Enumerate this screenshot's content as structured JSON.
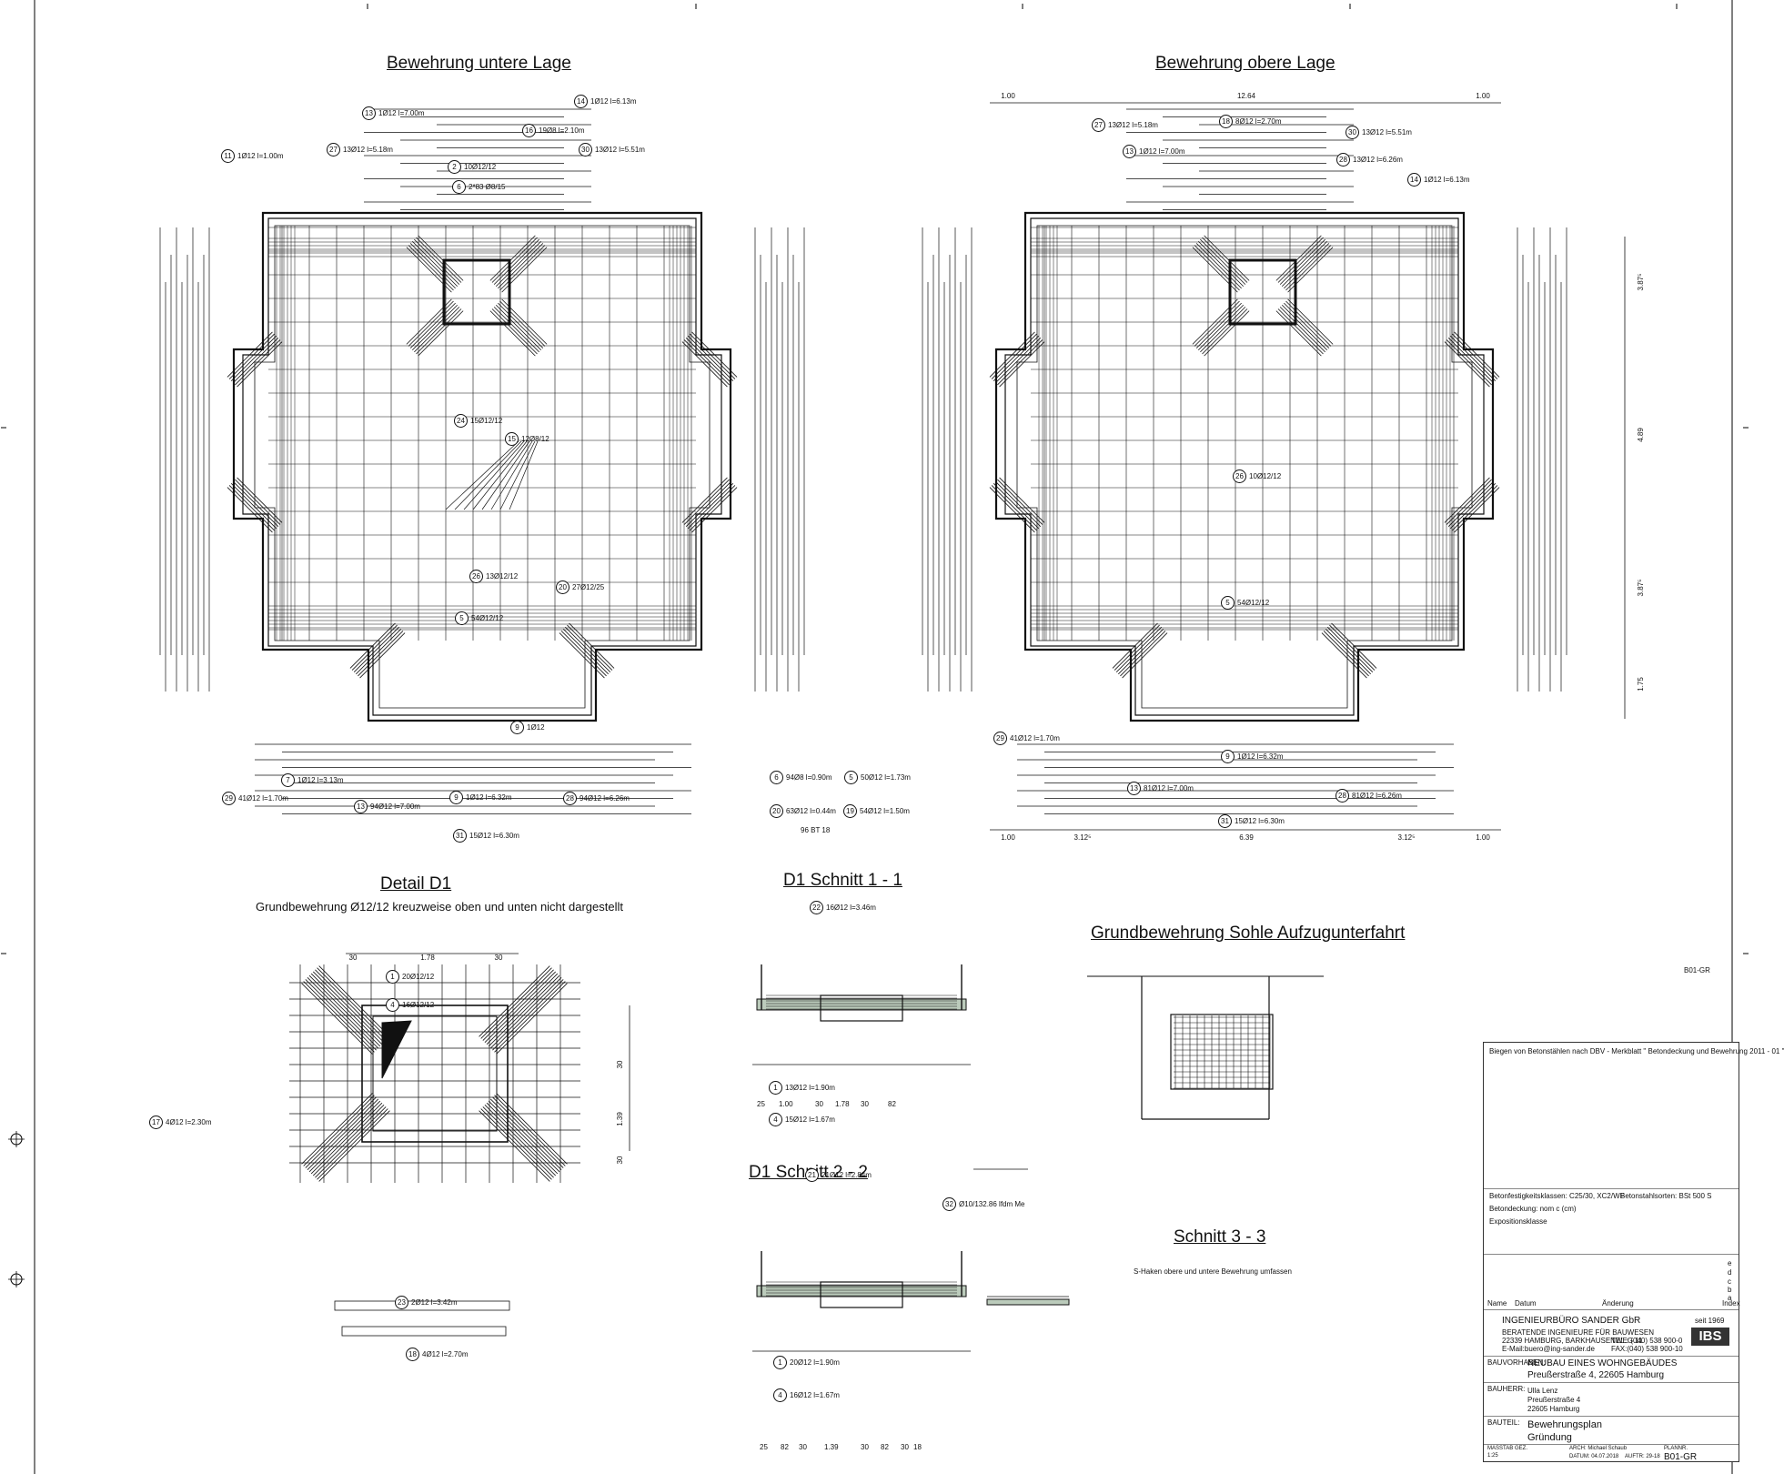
{
  "titles": {
    "lower_layer": "Bewehrung untere Lage",
    "upper_layer": "Bewehrung obere Lage",
    "detail": "Detail D1",
    "detail_note": "Grundbewehrung Ø12/12 kreuzweise oben und unten nicht dargestellt",
    "section_1": "D1 Schnitt 1 - 1",
    "section_2": "D1 Schnitt 2 - 2",
    "elevator": "Grundbewehrung Sohle Aufzugunterfahrt",
    "section_3": "Schnitt 3 - 3"
  },
  "lower_plan_labels": [
    {
      "mark": "13",
      "text": "1Ø12 l=7.00m"
    },
    {
      "mark": "14",
      "text": "1Ø12 l=6.13m"
    },
    {
      "mark": "16",
      "text": "19Ø8 l=2.10m"
    },
    {
      "mark": "27",
      "text": "13Ø12 l=5.18m"
    },
    {
      "mark": "30",
      "text": "13Ø12 l=5.51m"
    },
    {
      "mark": "11",
      "text": "1Ø12 l=1.00m"
    },
    {
      "mark": "2",
      "text": "10Ø12/12"
    },
    {
      "mark": "6",
      "text": "2*83 Ø8/15"
    },
    {
      "mark": "15",
      "text": "12Ø8/12"
    },
    {
      "mark": "24",
      "text": "15Ø12/12"
    },
    {
      "mark": "26",
      "text": "13Ø12/12"
    },
    {
      "mark": "5",
      "text": "54Ø12/12"
    },
    {
      "mark": "20",
      "text": "27Ø12/25"
    },
    {
      "mark": "9",
      "text": "1Ø12"
    },
    {
      "mark": "7",
      "text": "1Ø12 l=3.13m"
    },
    {
      "mark": "29",
      "text": "41Ø12 l=1.70m"
    },
    {
      "mark": "13",
      "text": "94Ø12 l=7.00m"
    },
    {
      "mark": "9",
      "text": "1Ø12 l=6.32m"
    },
    {
      "mark": "28",
      "text": "94Ø12 l=6.26m"
    },
    {
      "mark": "31",
      "text": "15Ø12 l=6.30m"
    }
  ],
  "upper_plan_dims": {
    "top": [
      "1.00",
      "12.64",
      "1.00"
    ],
    "bottom": [
      "1.00",
      "3.12⁵",
      "6.39",
      "3.12⁵",
      "1.00"
    ],
    "right": [
      "3.87⁵",
      "4.89",
      "3.87⁵",
      "1.75"
    ]
  },
  "upper_plan_labels": [
    {
      "mark": "27",
      "text": "13Ø12 l=5.18m"
    },
    {
      "mark": "18",
      "text": "8Ø12 l=2.70m"
    },
    {
      "mark": "30",
      "text": "13Ø12 l=5.51m"
    },
    {
      "mark": "13",
      "text": "1Ø12 l=7.00m"
    },
    {
      "mark": "28",
      "text": "13Ø12 l=6.26m"
    },
    {
      "mark": "14",
      "text": "1Ø12 l=6.13m"
    },
    {
      "mark": "26",
      "text": "10Ø12/12"
    },
    {
      "mark": "5",
      "text": "54Ø12/12"
    },
    {
      "mark": "9",
      "text": "1Ø12 l=6.32m"
    },
    {
      "mark": "13",
      "text": "81Ø12 l=7.00m"
    },
    {
      "mark": "28",
      "text": "81Ø12 l=6.26m"
    },
    {
      "mark": "31",
      "text": "15Ø12 l=6.30m"
    },
    {
      "mark": "29",
      "text": "41Ø12 l=1.70m"
    }
  ],
  "bar_shapes": [
    {
      "mark": "6",
      "text": "94Ø8 l=0.90m"
    },
    {
      "mark": "5",
      "text": "50Ø12 l=1.73m"
    },
    {
      "mark": "20",
      "text": "63Ø12 l=0.44m"
    },
    {
      "mark": "19",
      "text": "54Ø12 l=1.50m"
    },
    {
      "mark": "",
      "text": "96 BT 18"
    }
  ],
  "detail_dims": {
    "top": [
      "30",
      "1.78",
      "30"
    ],
    "right": [
      "30",
      "1.39",
      "30"
    ]
  },
  "detail_labels": [
    {
      "mark": "1",
      "text": "20Ø12/12"
    },
    {
      "mark": "4",
      "text": "16Ø12/12"
    },
    {
      "mark": "23",
      "text": "2Ø12 l=3.42m"
    },
    {
      "mark": "18",
      "text": "4Ø12 l=2.70m"
    },
    {
      "mark": "17",
      "text": "4Ø12 l=2.30m"
    }
  ],
  "section1_labels": [
    {
      "mark": "22",
      "text": "16Ø12 l=3.46m"
    },
    {
      "mark": "1",
      "text": "13Ø12 l=1.90m"
    },
    {
      "mark": "4",
      "text": "15Ø12 l=1.67m"
    }
  ],
  "section1_dims": [
    "25",
    "1.00",
    "30",
    "1.78",
    "30",
    "82"
  ],
  "section2_labels": [
    {
      "mark": "21",
      "text": "21Ø12 l=2.84m"
    },
    {
      "mark": "1",
      "text": "20Ø12 l=1.90m"
    },
    {
      "mark": "4",
      "text": "16Ø12 l=1.67m"
    }
  ],
  "section2_dims": [
    "25",
    "82",
    "30",
    "1.39",
    "30",
    "82",
    "30",
    "18"
  ],
  "section32": {
    "mark": "32",
    "text": "Ø10/132.86 lfdm  Me"
  },
  "section3_note": "S-Haken obere und untere Bewehrung umfassen",
  "sheet_code": "B01-GR",
  "title_block": {
    "standard": "Biegen von Betonstählen nach DBV - Merkblatt \" Betondeckung und Bewehrung 2011 - 01 \"",
    "concrete": "Betonfestigkeitsklassen: C25/30, XC2/WF",
    "steel": "Betonstahlsorten: BSt 500 S",
    "cover": "Betondeckung: nom c (cm)",
    "exposure": "Expositionsklasse",
    "rev_header": [
      "Name",
      "Datum",
      "Änderung",
      "Index"
    ],
    "rev_index": [
      "e",
      "d",
      "c",
      "b",
      "a"
    ],
    "office": "INGENIEURBÜRO SANDER GbR",
    "office_lines": [
      "BERATENDE INGENIEURE FÜR BAUWESEN",
      "22339 HAMBURG, BARKHAUSENWEG 11",
      "E-Mail:buero@ing-sander.de"
    ],
    "phone": "TEL.: (040) 538 900-0",
    "fax": "FAX:(040) 538 900-10",
    "since": "seit 1969",
    "logo": "IBS",
    "project_label": "BAUVORHABEN:",
    "project": "NEUBAU EINES WOHNGEBÄUDES",
    "project_addr": "Preußerstraße 4,   22605  Hamburg",
    "client_label": "BAUHERR:",
    "client": [
      "Ulla Lenz",
      "Preußerstraße 4",
      "22605  Hamburg"
    ],
    "part_label": "BAUTEIL:",
    "drawing": "Bewehrungsplan",
    "drawing_sub": "Gründung",
    "scale_label": "MASSTAB",
    "scale": "1:25",
    "drawn_label": "GEZ.",
    "arch": "ARCH: Michael Schaub",
    "plan_label": "PLANNR.",
    "plan_no": "B01-GR",
    "date": "DATUM:  04.07.2018",
    "order": "AUFTR:  29-18"
  }
}
